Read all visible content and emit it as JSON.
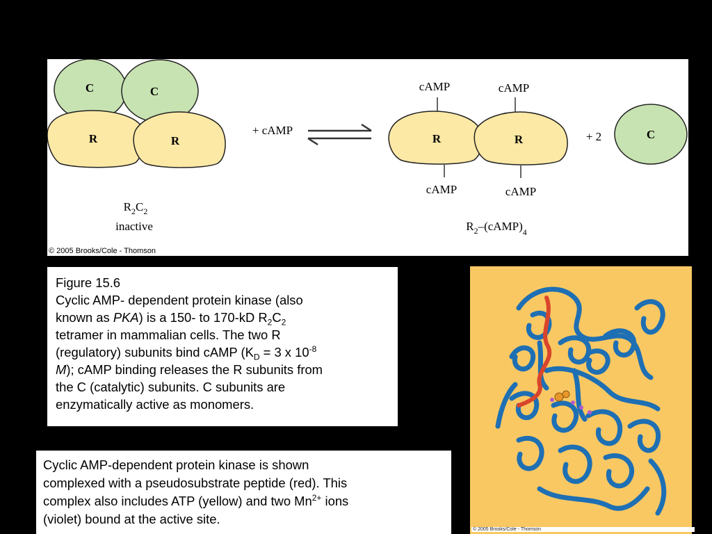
{
  "diagram": {
    "c_label": "C",
    "r_label": "R",
    "plus_camp": "+ cAMP",
    "camp": "cAMP",
    "plus_two": "+ 2",
    "left_formula_main": "R",
    "left_formula_sub1": "2",
    "left_formula_main2": "C",
    "left_formula_sub2": "2",
    "left_state": "inactive",
    "right_formula_r": "R",
    "right_formula_sub1": "2",
    "right_formula_mid": "–(cAMP)",
    "right_formula_sub2": "4",
    "copyright": "© 2005 Brooks/Cole - Thomson",
    "colors": {
      "catalytic": "#c8e3b2",
      "regulatory": "#fde9a6",
      "outline": "#222222"
    }
  },
  "caption": {
    "figure": "Figure 15.6",
    "l1": "Cyclic AMP- dependent protein kinase (also",
    "l2a": "known as ",
    "l2b": "PKA",
    "l2c": ") is a 150- to 170-kD R",
    "l2sub1": "2",
    "l2d": "C",
    "l2sub2": "2",
    "l3": "tetramer in mammalian cells. The two R",
    "l4a": "(regulatory) subunits bind cAMP (K",
    "l4sub": "D",
    "l4b": " = 3 x 10",
    "l4sup": "-8",
    "l5a": "M",
    "l5b": "); cAMP binding releases the R subunits from",
    "l6": "the C (catalytic) subunits. C subunits are",
    "l7": "enzymatically active as monomers."
  },
  "description": {
    "l1": "Cyclic AMP-dependent protein kinase is shown",
    "l2": "complexed with a pseudosubstrate peptide (red).  This",
    "l3a": "complex also includes ATP (yellow) and two Mn",
    "l3sup": "2+",
    "l3b": " ions",
    "l4": "(violet) bound at the active site."
  },
  "structure": {
    "credit": "© 2005 Brooks/Cole - Thomson",
    "colors": {
      "background": "#f9c863",
      "ribbon": "#1e6fb3",
      "peptide": "#d9452b",
      "atp": "#e8962a",
      "ions": "#b25ac8"
    }
  }
}
